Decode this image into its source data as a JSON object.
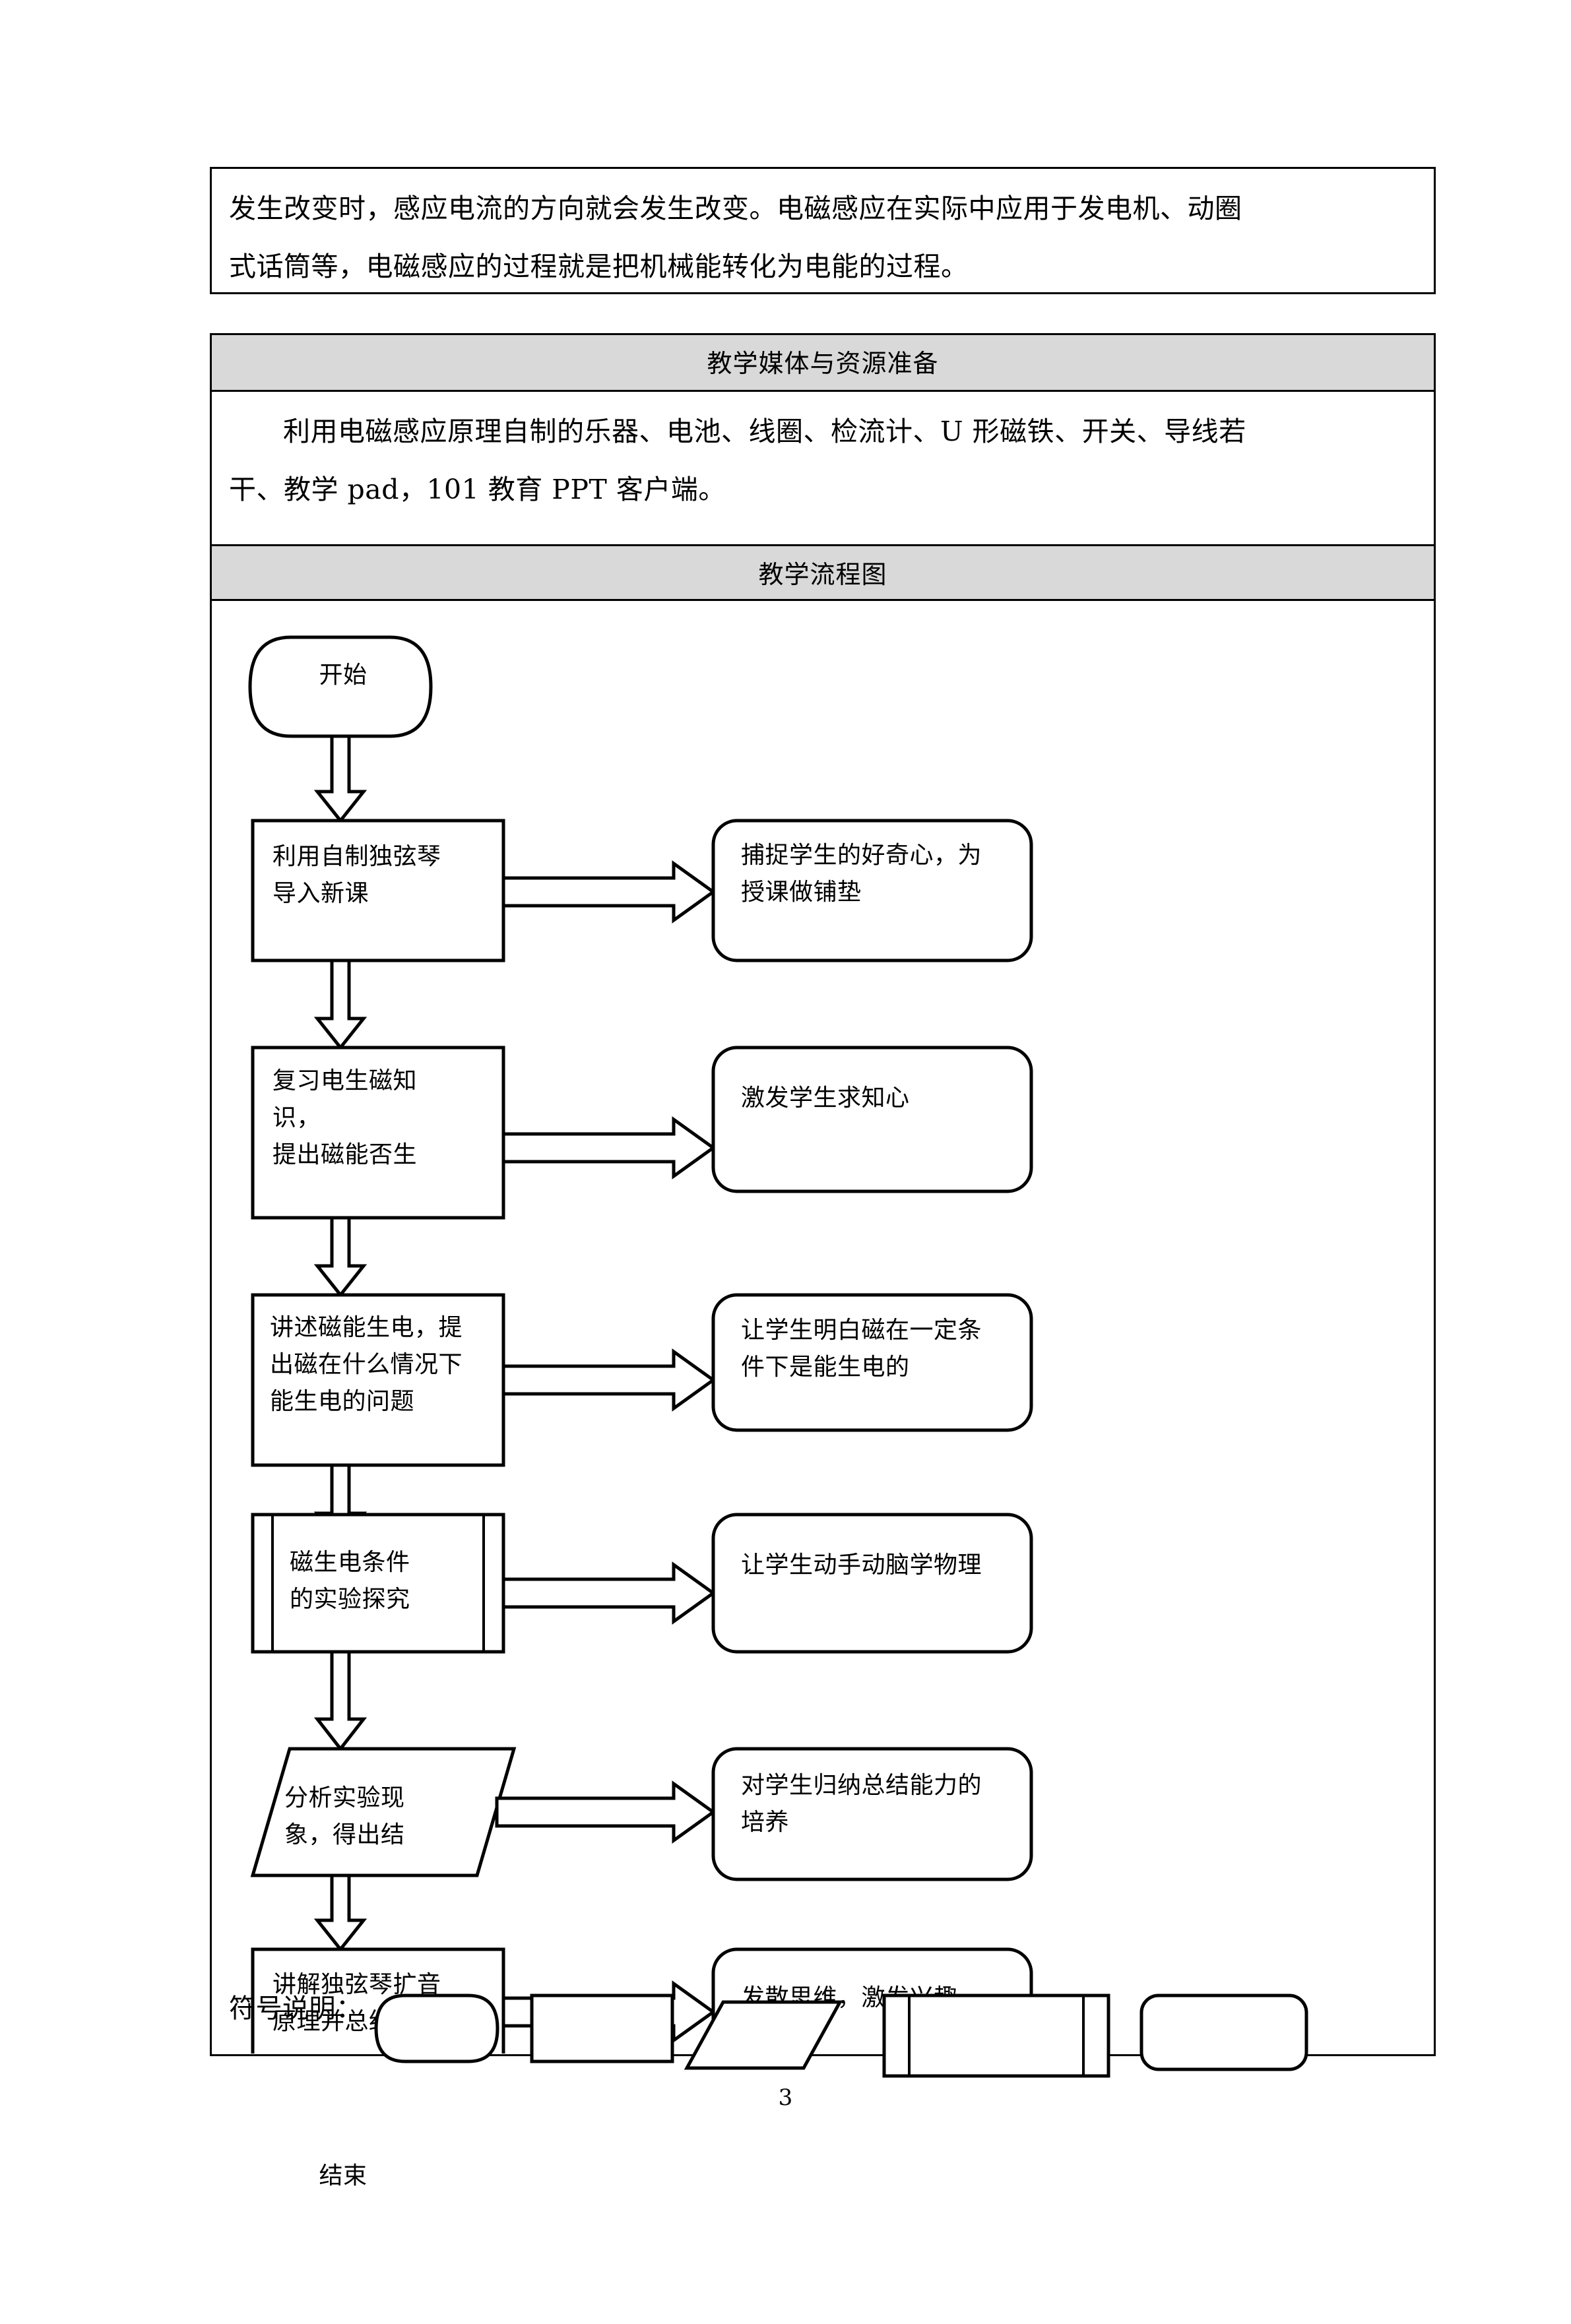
{
  "document": {
    "page_number": "3",
    "continuation_paragraph": {
      "line1": "发生改变时，感应电流的方向就会发生改变。电磁感应在实际中应用于发电机、动圈",
      "line2": "式话筒等，电磁感应的过程就是把机械能转化为电能的过程。"
    },
    "sections": [
      {
        "header": "教学媒体与资源准备",
        "body_line1": "利用电磁感应原理自制的乐器、电池、线圈、检流计、U 形磁铁、开关、导线若",
        "body_line2": "干、教学 pad，101 教育 PPT 客户端。"
      },
      {
        "header": "教学流程图"
      }
    ],
    "legend_caption": "符号说明："
  },
  "chart_data": {
    "type": "diagram",
    "title": "教学流程图",
    "nodes": [
      {
        "id": "start",
        "shape": "terminator",
        "label": "开始"
      },
      {
        "id": "n1",
        "shape": "process",
        "label": "利用自制独弦琴\n导入新课"
      },
      {
        "id": "n2",
        "shape": "process",
        "label": "复习电生磁知\n识，\n提出磁能否生"
      },
      {
        "id": "n3",
        "shape": "process",
        "label": "讲述磁能生电，提\n出磁在什么情况下\n能生电的问题"
      },
      {
        "id": "n4",
        "shape": "predefined-process",
        "label": "磁生电条件\n的实验探究"
      },
      {
        "id": "n5",
        "shape": "parallelogram",
        "label": "分析实验现\n象，得出结"
      },
      {
        "id": "n6",
        "shape": "process",
        "label": "讲解独弦琴扩音\n原理并总结"
      },
      {
        "id": "end",
        "shape": "terminator",
        "label": "结束"
      },
      {
        "id": "a1",
        "shape": "rounded-rect",
        "label": "捕捉学生的好奇心，为\n授课做铺垫"
      },
      {
        "id": "a2",
        "shape": "rounded-rect",
        "label": "激发学生求知心"
      },
      {
        "id": "a3",
        "shape": "rounded-rect",
        "label": "让学生明白磁在一定条\n件下是能生电的"
      },
      {
        "id": "a4",
        "shape": "rounded-rect",
        "label": "让学生动手动脑学物理"
      },
      {
        "id": "a5",
        "shape": "rounded-rect",
        "label": "对学生归纳总结能力的\n培养"
      },
      {
        "id": "a6",
        "shape": "rounded-rect",
        "label": "发散思维，激发兴趣"
      }
    ],
    "edges": [
      {
        "from": "start",
        "to": "n1",
        "direction": "down"
      },
      {
        "from": "n1",
        "to": "n2",
        "direction": "down"
      },
      {
        "from": "n2",
        "to": "n3",
        "direction": "down"
      },
      {
        "from": "n3",
        "to": "n4",
        "direction": "down"
      },
      {
        "from": "n4",
        "to": "n5",
        "direction": "down"
      },
      {
        "from": "n5",
        "to": "n6",
        "direction": "down"
      },
      {
        "from": "n6",
        "to": "end",
        "direction": "down"
      },
      {
        "from": "n1",
        "to": "a1",
        "direction": "right"
      },
      {
        "from": "n2",
        "to": "a2",
        "direction": "right"
      },
      {
        "from": "n3",
        "to": "a3",
        "direction": "right"
      },
      {
        "from": "n4",
        "to": "a4",
        "direction": "right"
      },
      {
        "from": "n5",
        "to": "a5",
        "direction": "right"
      },
      {
        "from": "n6",
        "to": "a6",
        "direction": "right"
      }
    ],
    "legend_shapes": [
      "terminator",
      "process",
      "parallelogram",
      "predefined-process",
      "rounded-rect"
    ]
  },
  "colors": {
    "header_fill": "#d9d9d9",
    "border": "#000000",
    "page_background": "#ffffff"
  }
}
